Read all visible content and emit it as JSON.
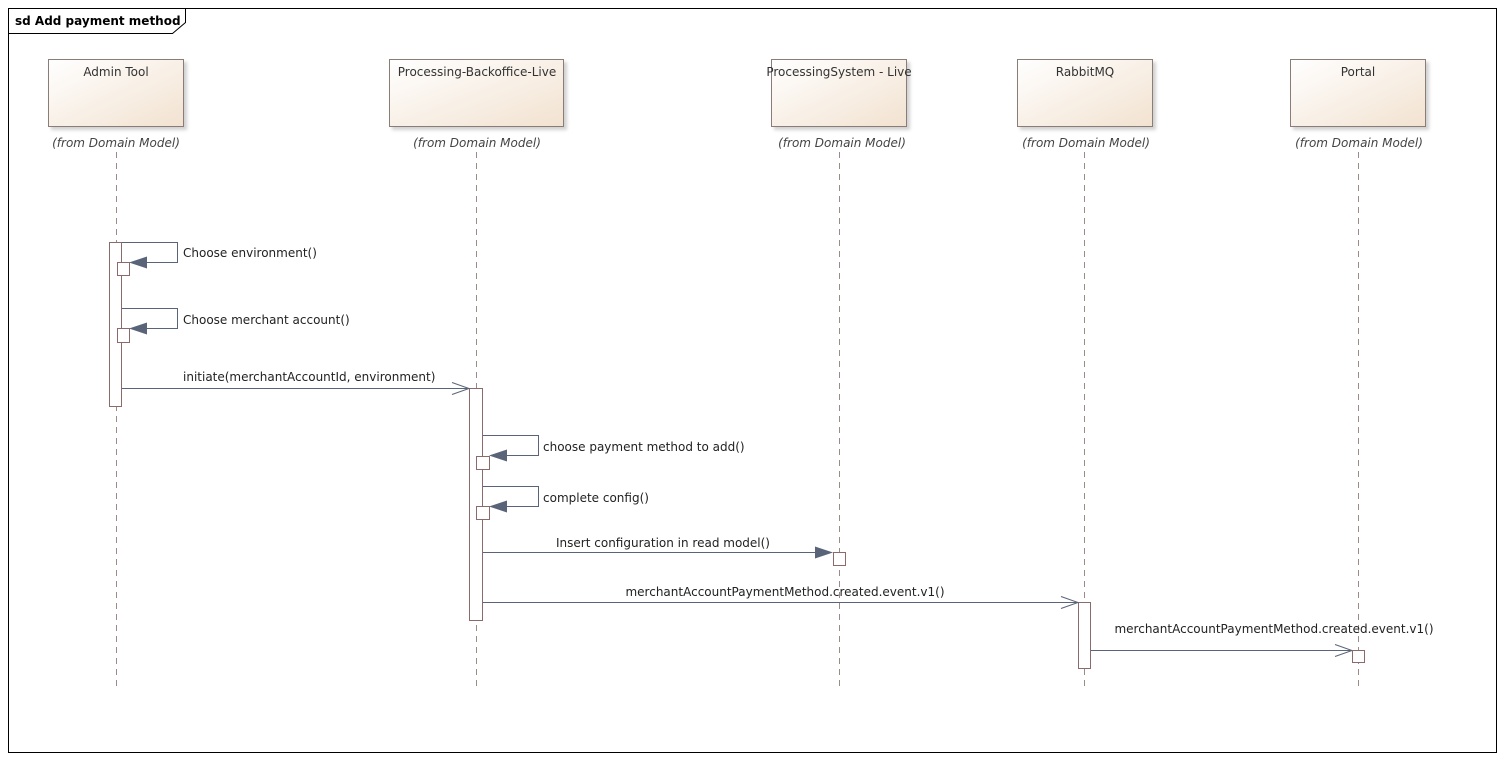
{
  "frame": {
    "title": "sd Add payment method"
  },
  "lifelines": [
    {
      "name": "Admin Tool",
      "note": "(from Domain Model)"
    },
    {
      "name": "Processing-Backoffice-Live",
      "note": "(from Domain Model)"
    },
    {
      "name": "ProcessingSystem - Live",
      "note": "(from Domain Model)"
    },
    {
      "name": "RabbitMQ",
      "note": "(from Domain Model)"
    },
    {
      "name": "Portal",
      "note": "(from Domain Model)"
    }
  ],
  "messages": [
    {
      "label": "Choose environment()",
      "from": "Admin Tool",
      "to": "Admin Tool",
      "kind": "self"
    },
    {
      "label": "Choose merchant account()",
      "from": "Admin Tool",
      "to": "Admin Tool",
      "kind": "self"
    },
    {
      "label": "initiate(merchantAccountId, environment)",
      "from": "Admin Tool",
      "to": "Processing-Backoffice-Live",
      "kind": "async"
    },
    {
      "label": "choose payment method to add()",
      "from": "Processing-Backoffice-Live",
      "to": "Processing-Backoffice-Live",
      "kind": "self"
    },
    {
      "label": "complete config()",
      "from": "Processing-Backoffice-Live",
      "to": "Processing-Backoffice-Live",
      "kind": "self"
    },
    {
      "label": "Insert configuration in read model()",
      "from": "Processing-Backoffice-Live",
      "to": "ProcessingSystem - Live",
      "kind": "sync"
    },
    {
      "label": "merchantAccountPaymentMethod.created.event.v1()",
      "from": "Processing-Backoffice-Live",
      "to": "RabbitMQ",
      "kind": "async"
    },
    {
      "label": "merchantAccountPaymentMethod.created.event.v1()",
      "from": "RabbitMQ",
      "to": "Portal",
      "kind": "async"
    }
  ],
  "colors": {
    "frame_border": "#000000",
    "box_border": "#8a7d78",
    "box_fill_light": "#ffffff",
    "box_fill_dark": "#f5e6d6",
    "lifeline": "#9a8a88",
    "activation_border": "#8a6a6a",
    "message_line": "#5a6478"
  }
}
